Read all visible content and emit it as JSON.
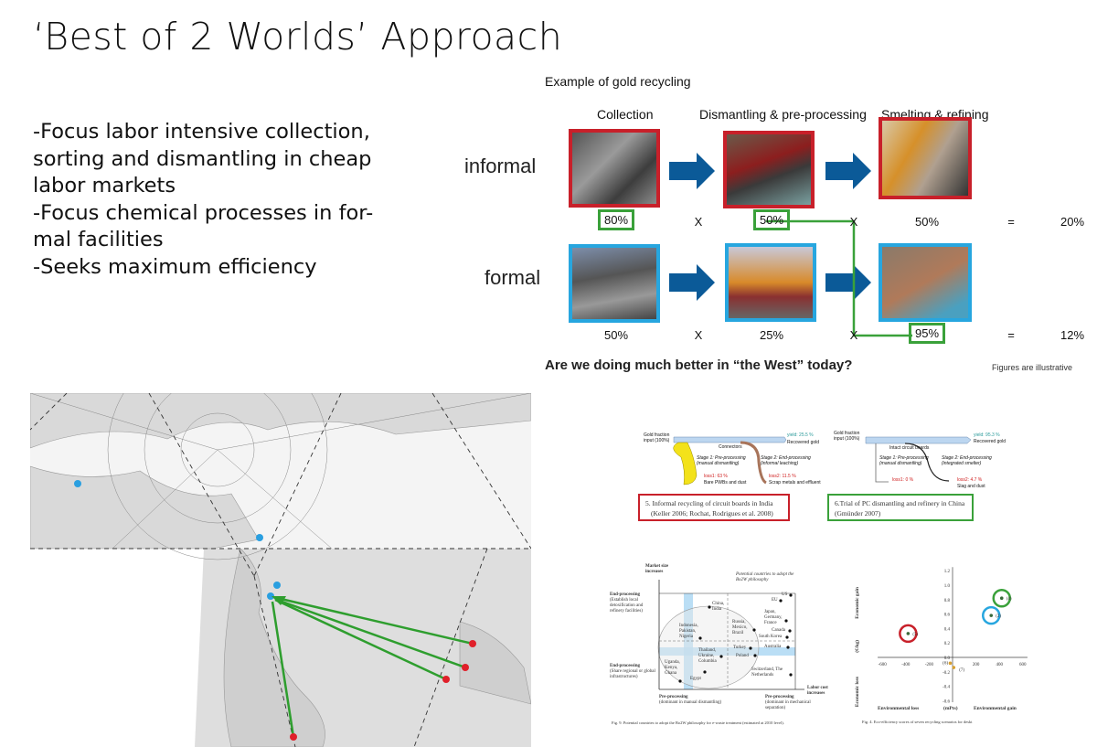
{
  "title": "‘Best of 2 Worlds’ Approach",
  "bullets": [
    "-Focus labor intensive collection, sorting and dismantling in cheap labor markets",
    "-Focus chemical processes in for-mal facilities",
    "-Seeks maximum efficiency"
  ],
  "flow": {
    "heading": "Example of gold recycling",
    "stages": [
      "Collection",
      "Dismantling & pre-processing",
      "Smelting & refining"
    ],
    "rows": [
      {
        "label": "informal",
        "values": [
          "80%",
          "50%",
          "50%"
        ],
        "result": "20%"
      },
      {
        "label": "formal",
        "values": [
          "50%",
          "25%",
          "95%"
        ],
        "result": "12%"
      }
    ],
    "times": "X",
    "equals": "=",
    "question": "Are we doing much better in “the West” today?",
    "note": "Figures are illustrative"
  },
  "sankey": [
    {
      "input": "Gold fraction input (100%)",
      "yield": "yield: 25.5 %",
      "yield_label": "Recovered gold",
      "mid": "Connectors",
      "stage1": "Stage 1: Pre-processing (manual dismantling)",
      "stage2": "Stage 2: End-processing (informal leaching)",
      "loss1": "loss1: 63 %",
      "loss1_label": "Bare PWBs and dust",
      "loss2": "loss2: 11.5 %",
      "loss2_label": "Scrap metals and effluent",
      "caption1": "5. Informal recycling of circuit boards in India",
      "caption2": "(Keller 2006; Rochat, Rodrigues et al. 2008)"
    },
    {
      "input": "Gold fraction input (100%)",
      "yield": "yield: 95.3 %",
      "yield_label": "Recovered gold",
      "mid": "Intact circuit boards",
      "stage1": "Stage 1: Pre-processing (manual dismantling)",
      "stage2": "Stage 2: End-processing (integrated smelter)",
      "loss1": "loss1: 0 %",
      "loss1_label": "",
      "loss2": "loss2: 4.7 %",
      "loss2_label": "Slag and dust",
      "caption1": "6.Trial of PC dismantling and refinery in China",
      "caption2": "(Gmünder 2007)"
    }
  ],
  "bo2w": {
    "yaxis": "Market size increases",
    "xaxis": "Labor cost increases",
    "callout": "Potential countries to adopt the Bo2W philosophy",
    "left_top": "End-processing",
    "left_top_sub": "(Establish local detoxification and refinery facilities)",
    "left_bot": "End-processing",
    "left_bot_sub": "(Share regional or global infrastructures)",
    "bottom_left": "Pre-processing",
    "bottom_left_sub": "(dominant in manual dismantling)",
    "bottom_right": "Pre-processing",
    "bottom_right_sub": "(dominant in mechanical separation)",
    "groups": [
      "China, India",
      "Indonesia, Pakistan, Nigeria",
      "Thailand, Ukraine, Columbia",
      "Uganda, Kenya, Ghana",
      "Egypt",
      "Russia, Mexico, Brazil",
      "Turkey",
      "Poland",
      "US",
      "EU",
      "Japan, Germany, France",
      "Canada",
      "South Korea",
      "Australia",
      "Switzerland, The Netherlands"
    ],
    "caption": "Fig. 9. Potential countries to adopt the Bo2W philosophy for e-waste treatment (estimated at 2010 level)."
  },
  "chart_data": {
    "type": "scatter",
    "yticks": [
      "1.2",
      "1.0",
      "0.8",
      "0.6",
      "0.4",
      "0.2",
      "0.0",
      "-0.2",
      "-0.4",
      "-0.6"
    ],
    "xticks": [
      "-600",
      "-400",
      "-200",
      "200",
      "400",
      "600"
    ],
    "ylabel_top": "Economic gain",
    "ylabel_unit": "(€/kg)",
    "ylabel_bottom": "Economic loss",
    "xlabel_left": "Environmental loss",
    "xlabel_unit": "(mPts)",
    "xlabel_right": "Environmental gain",
    "points": [
      {
        "label": "5",
        "x": -380,
        "y": 0.33
      },
      {
        "label": "4",
        "x": 420,
        "y": 0.82
      },
      {
        "label": "2",
        "x": 330,
        "y": 0.58
      },
      {
        "label": "6",
        "x": -20,
        "y": -0.08
      },
      {
        "label": "7",
        "x": 10,
        "y": -0.14
      }
    ],
    "caption": "Fig. 4. Eco-efficiency scores of seven recycling scenarios for deskt"
  },
  "colors": {
    "red": "#c8202a",
    "blue": "#27a6df",
    "green": "#3aa13a",
    "arrow": "#0b5a98"
  }
}
